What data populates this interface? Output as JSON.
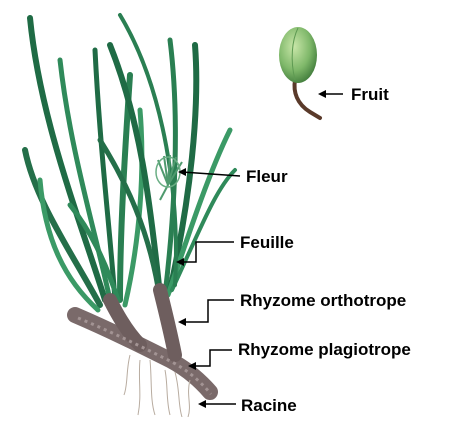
{
  "labels": {
    "fruit": "Fruit",
    "fleur": "Fleur",
    "feuille": "Feuille",
    "rhyzome_orthotrope": "Rhyzome orthotrope",
    "rhyzome_plagiotrope": "Rhyzome plagiotrope",
    "racine": "Racine"
  },
  "colors": {
    "leaf_dark": "#1f6b45",
    "leaf_mid": "#2f8a5a",
    "leaf_light": "#5aa978",
    "rhizome": "#7a6a6a",
    "fruit": "#7fb86a",
    "stalk": "#5a3a2a",
    "arrow": "#000000"
  }
}
